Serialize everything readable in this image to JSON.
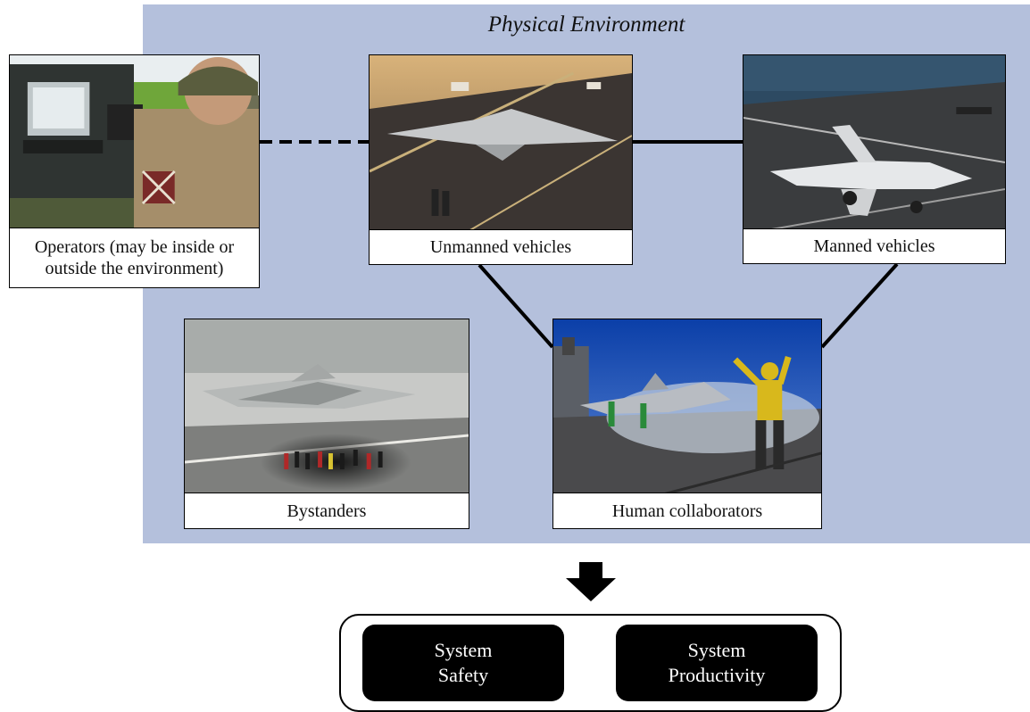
{
  "environment": {
    "title": "Physical Environment"
  },
  "nodes": {
    "operators": {
      "caption": "Operators (may be inside or outside the environment)",
      "icon": "operator-laptop-photo"
    },
    "unmanned": {
      "caption": "Unmanned vehicles",
      "icon": "unmanned-aircraft-photo"
    },
    "manned": {
      "caption": "Manned vehicles",
      "icon": "fighter-jet-photo"
    },
    "bystanders": {
      "caption": "Bystanders",
      "icon": "carrier-deck-crowd-photo"
    },
    "collaborators": {
      "caption": "Human collaborators",
      "icon": "deck-signaler-photo"
    }
  },
  "arrow": {
    "icon": "down-arrow-icon"
  },
  "outcomes": {
    "safety": "System\nSafety",
    "productivity": "System\nProductivity"
  },
  "colors": {
    "environment_bg": "#b4c0dc",
    "outcome_bg": "#000000",
    "outcome_text": "#ffffff"
  }
}
